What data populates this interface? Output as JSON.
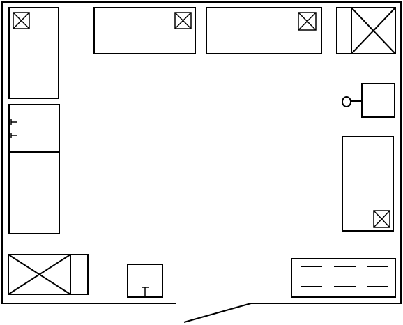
{
  "diagram": {
    "kind": "floor-plan",
    "line_color": "#000000",
    "background": "#ffffff",
    "elements": [
      {
        "name": "room-outline",
        "type": "wall"
      },
      {
        "name": "entrance-door",
        "type": "door",
        "state": "open"
      },
      {
        "name": "bed-left-top",
        "type": "furniture",
        "marker": "x-box"
      },
      {
        "name": "bed-top-center",
        "type": "furniture",
        "marker": "x-box"
      },
      {
        "name": "bed-top-right",
        "type": "furniture",
        "marker": "x-box"
      },
      {
        "name": "wardrobe-top-right",
        "type": "furniture",
        "marker": "large-x"
      },
      {
        "name": "table-with-chair",
        "type": "furniture",
        "marker": "chair-circle"
      },
      {
        "name": "bed-right",
        "type": "furniture",
        "marker": "x-box"
      },
      {
        "name": "shelf-unit-bottom-right",
        "type": "furniture",
        "marker": "dashed-shelves"
      },
      {
        "name": "cabinet-left",
        "type": "furniture",
        "marker": "hooks"
      },
      {
        "name": "wardrobe-bottom-left",
        "type": "furniture",
        "marker": "large-x"
      },
      {
        "name": "sink-bottom",
        "type": "fixture",
        "marker": "tap"
      }
    ]
  }
}
